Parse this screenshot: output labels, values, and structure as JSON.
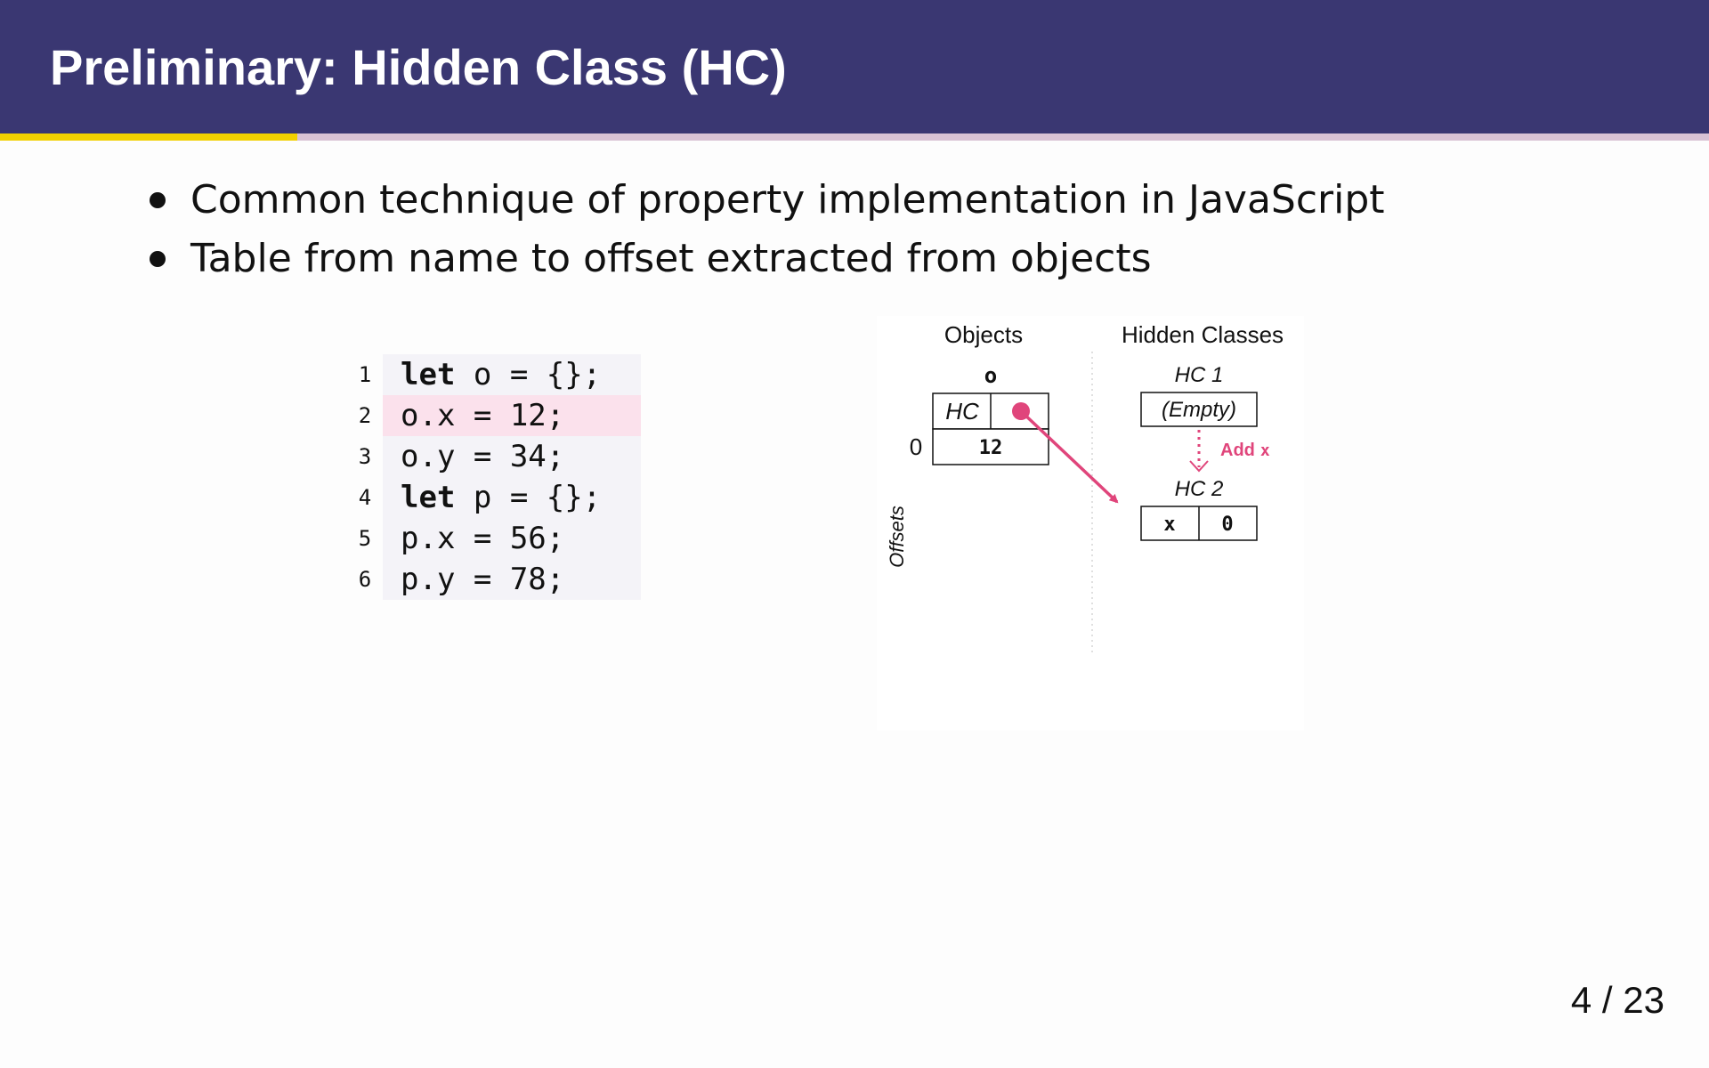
{
  "slide": {
    "title": "Preliminary: Hidden Class (HC)",
    "progress": {
      "current": 4,
      "total": 23,
      "label": "4 / 23"
    },
    "colors": {
      "header": "#3a3772",
      "accent": "#f2d000",
      "highlight": "#fbe1ec",
      "pink": "#e0457b"
    }
  },
  "bullets": [
    "Common technique of property implementation in JavaScript",
    "Table from name to offset extracted from objects"
  ],
  "code": {
    "highlight_line": 2,
    "lines": [
      {
        "no": "1",
        "kw": "let",
        "rest": " o = {};"
      },
      {
        "no": "2",
        "kw": "",
        "rest": "o.x = 12;"
      },
      {
        "no": "3",
        "kw": "",
        "rest": "o.y = 34;"
      },
      {
        "no": "4",
        "kw": "let",
        "rest": " p = {};"
      },
      {
        "no": "5",
        "kw": "",
        "rest": "p.x = 56;"
      },
      {
        "no": "6",
        "kw": "",
        "rest": "p.y = 78;"
      }
    ]
  },
  "diagram": {
    "col_objects": "Objects",
    "col_hidden_classes": "Hidden Classes",
    "axis_label": "Offsets",
    "object_name": "o",
    "object_hc_label": "HC",
    "object_offset": "0",
    "object_value": "12",
    "hc1_label": "HC 1",
    "hc1_content": "(Empty)",
    "transition_label": "Add",
    "transition_key": "x",
    "hc2_label": "HC 2",
    "hc2_key": "x",
    "hc2_offset": "0"
  }
}
